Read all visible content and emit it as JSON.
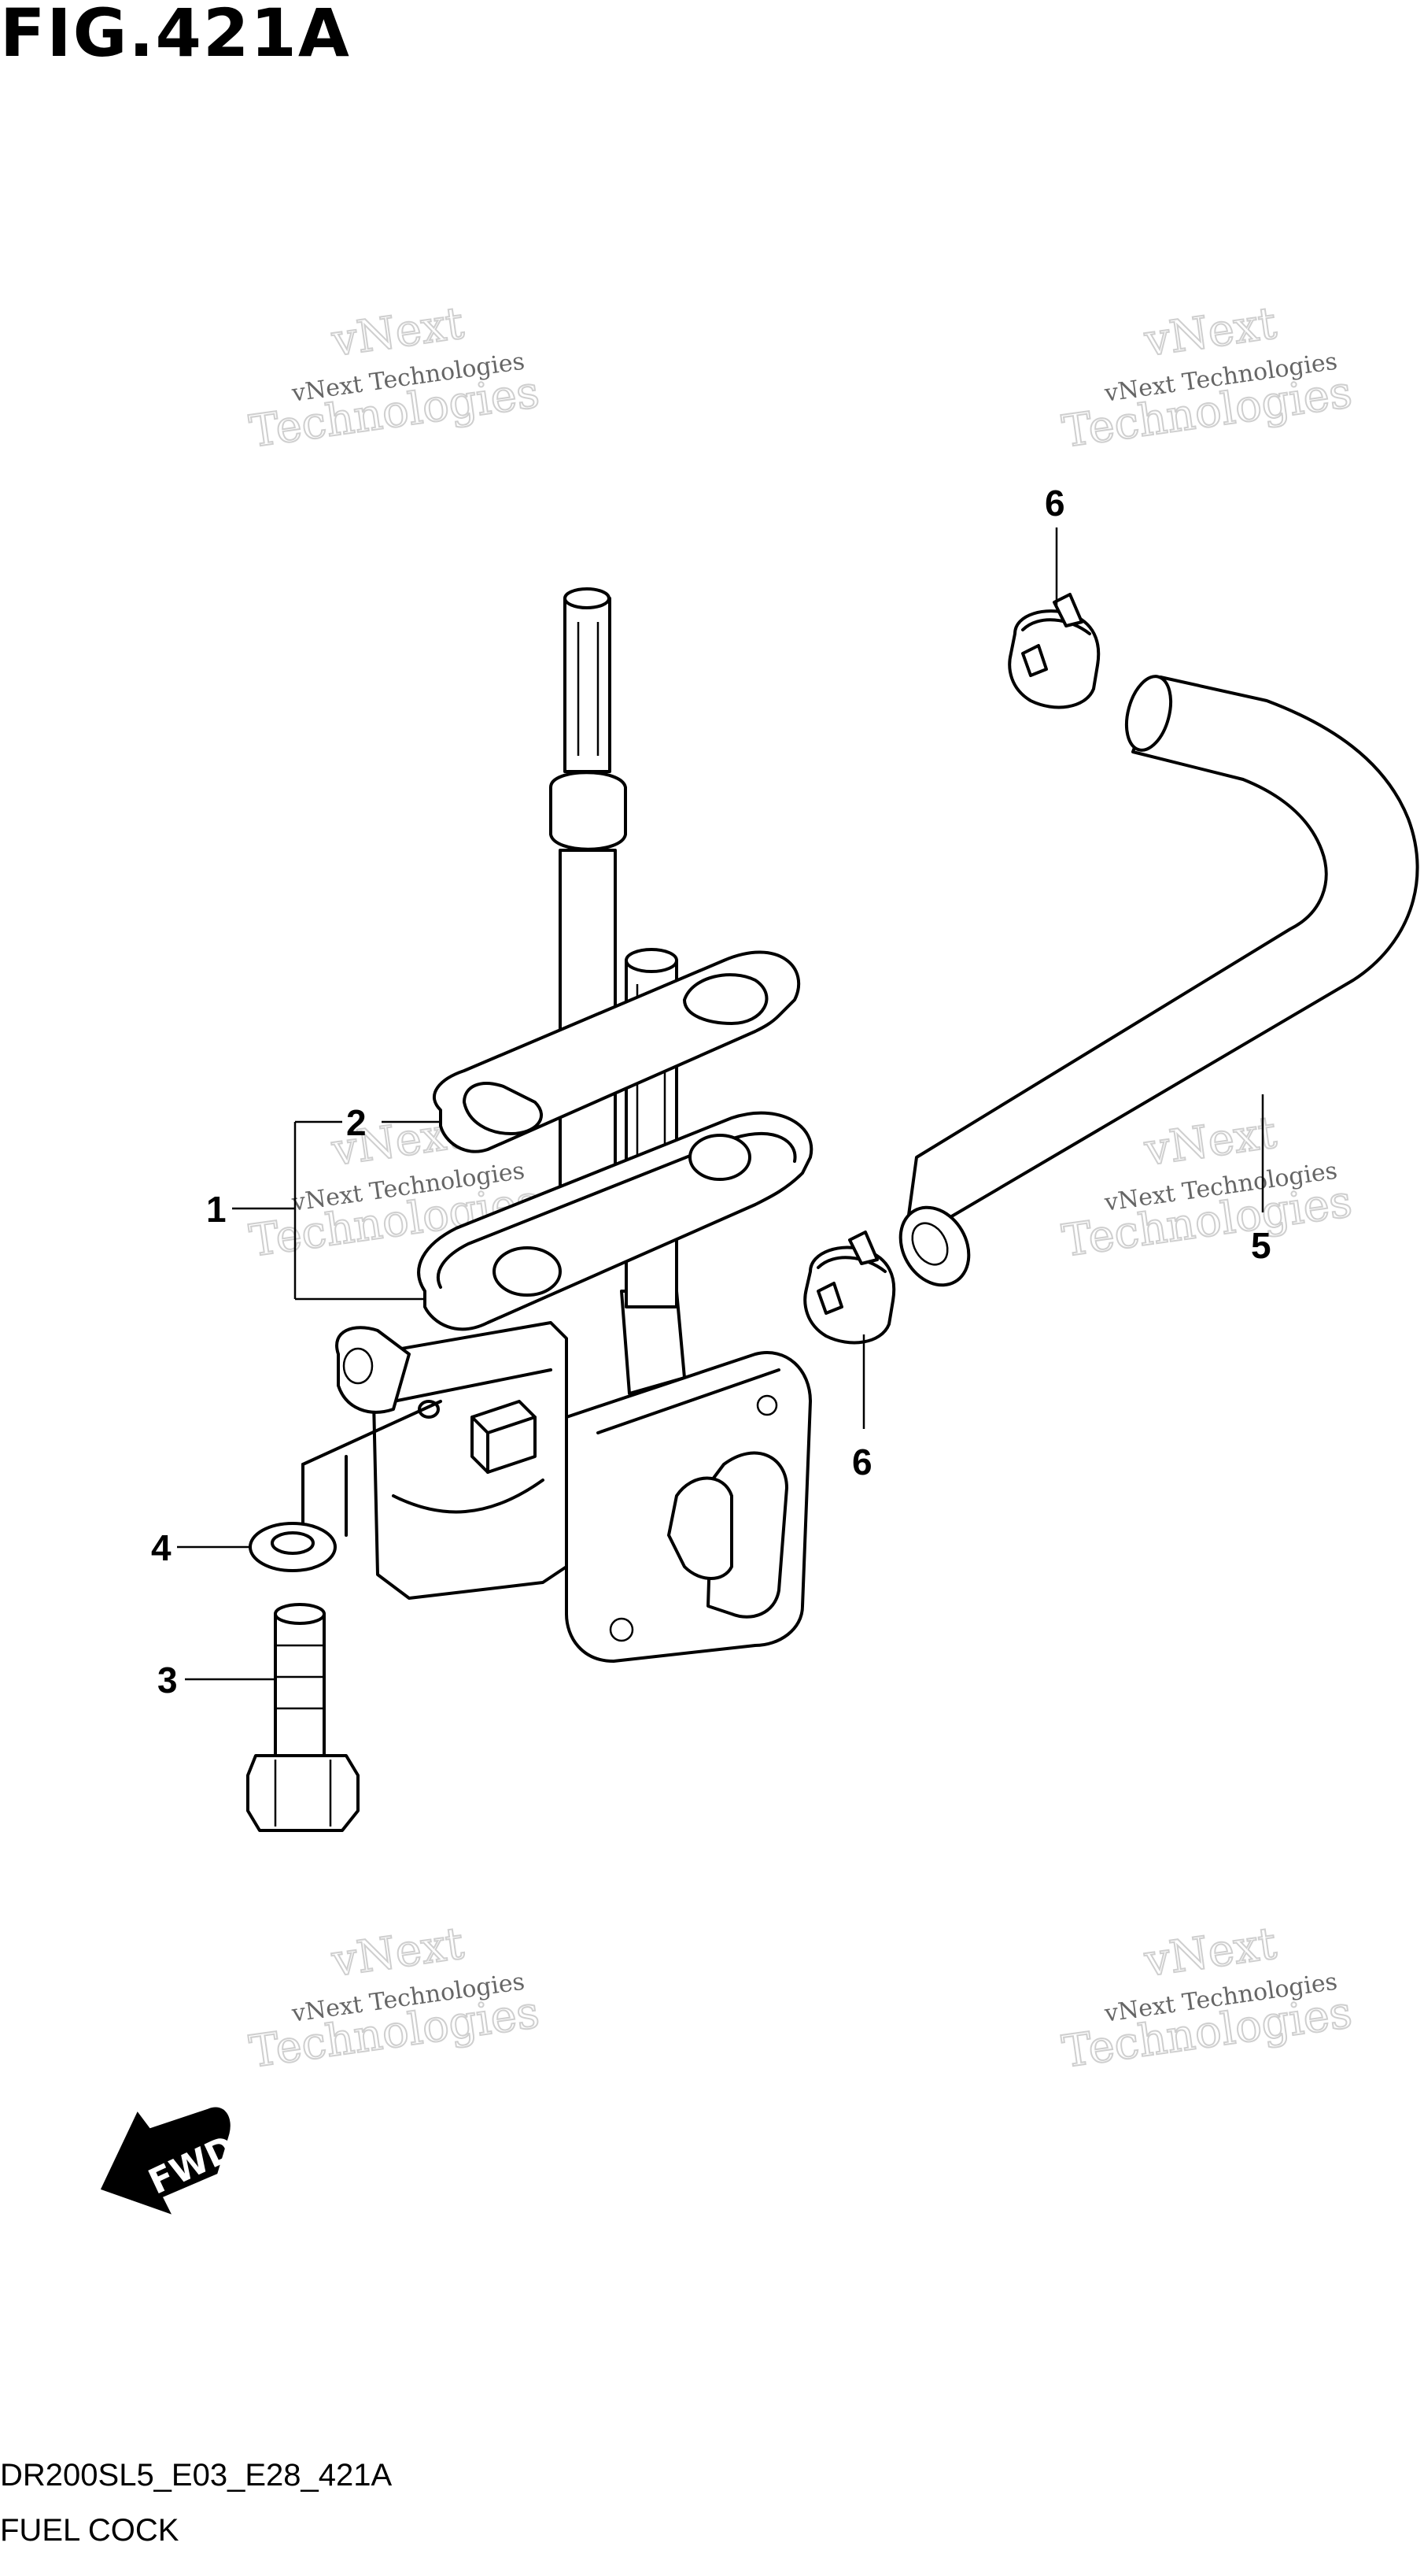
{
  "figure": {
    "title": "FIG.421A",
    "code": "DR200SL5_E03_E28_421A",
    "name": "FUEL COCK"
  },
  "callouts": {
    "c1": "1",
    "c2": "2",
    "c3": "3",
    "c4": "4",
    "c5": "5",
    "c6a": "6",
    "c6b": "6"
  },
  "watermark": {
    "line1": "vNext Technologies",
    "line2": "vNext",
    "line3": "Technologies"
  },
  "fwd": {
    "label": "FWD"
  }
}
